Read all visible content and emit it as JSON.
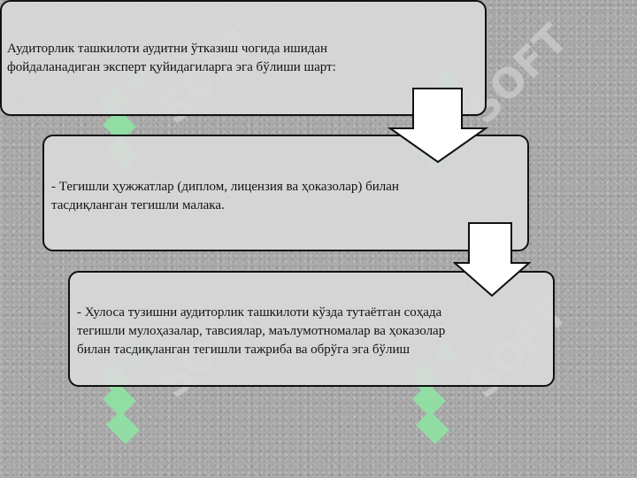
{
  "watermark": {
    "text": "SOFT",
    "color": "#8fe3a3"
  },
  "colors": {
    "box_fill": "#d8d8d8",
    "box_border": "#111111",
    "background": "#aaaaaa"
  },
  "diagram": {
    "boxes": [
      {
        "lines": [
          "Аудиторлик ташкилоти аудитни ўтказиш чогида ишидан",
          "фойдаланадиган эксперт қуйидагиларга эга бўлиши шарт:"
        ]
      },
      {
        "lines": [
          "- Тегишли ҳужжатлар (диплом, лицензия ва ҳоказолар) билан",
          "тасдиқланган тегишли малака."
        ]
      },
      {
        "lines": [
          "- Хулоса тузишни аудиторлик ташкилоти кўзда тутаётган соҳада",
          "тегишли мулоҳазалар, тавсиялар, маълумотномалар ва ҳоказолар",
          "билан тасдиқланган тегишли тажриба ва обрўга эга бўлиш"
        ]
      }
    ],
    "arrows": [
      "down-arrow",
      "down-arrow"
    ]
  }
}
